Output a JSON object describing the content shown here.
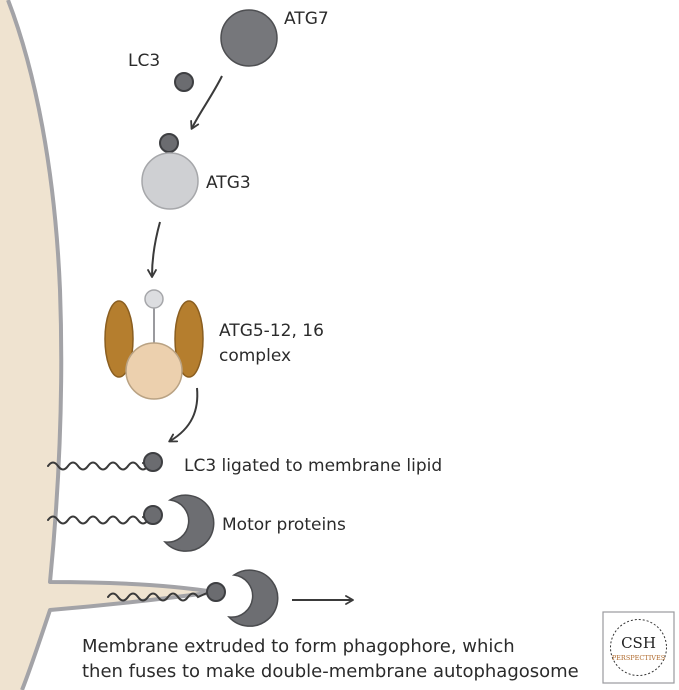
{
  "labels": {
    "atg7": "ATG7",
    "lc3": "LC3",
    "atg3": "ATG3",
    "complex_line1": "ATG5-12, 16",
    "complex_line2": "complex",
    "lc3_ligated": "LC3 ligated to membrane lipid",
    "motor_proteins": "Motor proteins"
  },
  "caption": {
    "line1": "Membrane extruded to form phagophore, which",
    "line2": "then fuses to make double-membrane autophagosome"
  },
  "logo": {
    "main": "CSH",
    "sub": "PERSPECTIVES"
  },
  "colors": {
    "membrane_fill": "#efe3d0",
    "membrane_edge": "#a3a3a7",
    "atg7": "#76777b",
    "lc3": "#6b6c70",
    "atg3": "#cfd0d3",
    "atg5_12": "#b57e2e",
    "atg16_core": "#ecd0ae",
    "complex_top": "#dcdde0",
    "crescent": "#6d6e72",
    "arrow": "#3a3a3a",
    "logo_accent": "#b06a2c"
  }
}
